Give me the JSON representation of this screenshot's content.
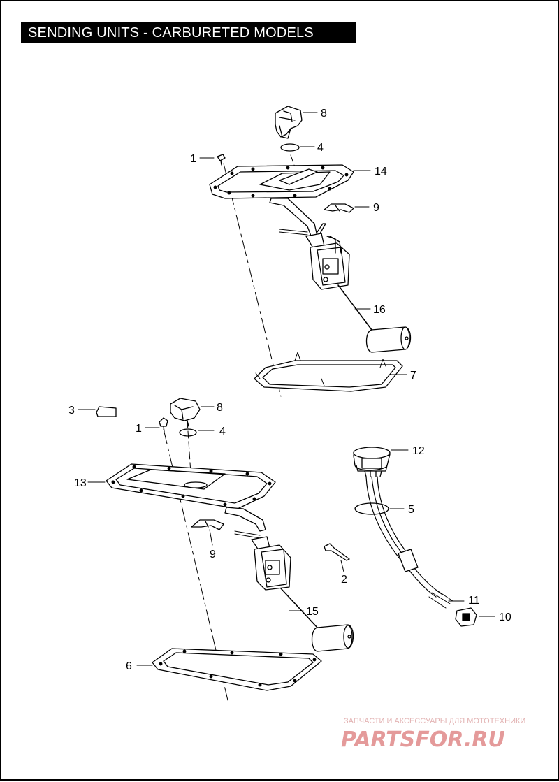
{
  "header": {
    "title": "SENDING UNITS - CARBURETED MODELS"
  },
  "callouts": {
    "top": {
      "n8": "8",
      "n4": "4",
      "n1": "1",
      "n14": "14",
      "n9": "9",
      "n16": "16",
      "n7": "7"
    },
    "bottom": {
      "n3": "3",
      "n8": "8",
      "n1": "1",
      "n4": "4",
      "n13": "13",
      "n12": "12",
      "n5": "5",
      "n9": "9",
      "n2": "2",
      "n11": "11",
      "n10": "10",
      "n15": "15",
      "n6": "6"
    }
  },
  "watermark": {
    "tagline": "ЗАПЧАСТИ И АКСЕССУАРЫ ДЛЯ МОТОТЕХНИКИ",
    "brand": "PARTSFOR.RU"
  }
}
